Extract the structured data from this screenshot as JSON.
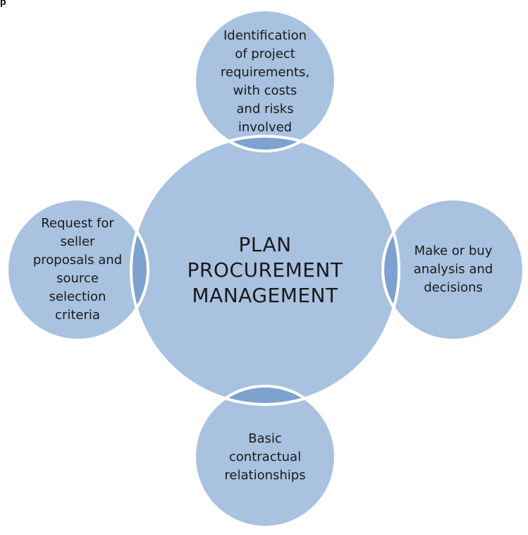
{
  "colors": {
    "circle_fill": "#a8c2e0",
    "overlap_fill": "#7ea2cf",
    "circle_stroke": "#ffffff",
    "text": "#1a1a1a"
  },
  "corner_mark": "p",
  "center": {
    "label": "PLAN\nPROCUREMENT\nMANAGEMENT"
  },
  "satellites": {
    "top": {
      "label": "Identification\nof project\nrequirements,\nwith costs\nand risks\ninvolved"
    },
    "right": {
      "label": "Make or buy\nanalysis and\ndecisions"
    },
    "bottom": {
      "label": "Basic\ncontractual\nrelationships"
    },
    "left": {
      "label": "Request for\nseller\nproposals and\nsource\nselection\ncriteria"
    }
  }
}
